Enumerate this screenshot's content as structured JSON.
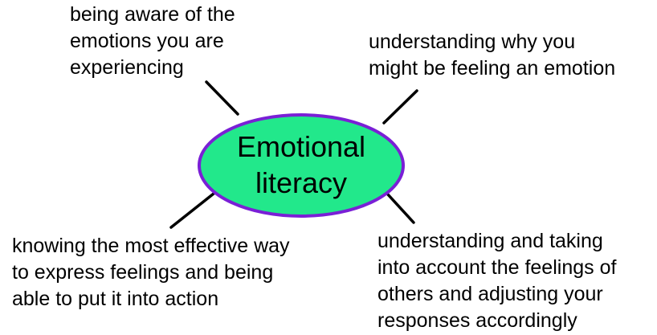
{
  "center": {
    "label": "Emotional\nliteracy",
    "fill_color": "#22e88b",
    "border_color": "#7a1fd6"
  },
  "branches": [
    {
      "id": "top-left",
      "text": "being aware of the\nemotions you are\nexperiencing"
    },
    {
      "id": "top-right",
      "text": "understanding why you\nmight be feeling an emotion"
    },
    {
      "id": "bottom-left",
      "text": "knowing the most effective way\nto express feelings and being\nable to put it into action"
    },
    {
      "id": "bottom-right",
      "text": "understanding and taking\ninto account the feelings of\nothers and adjusting your\nresponses accordingly"
    }
  ]
}
